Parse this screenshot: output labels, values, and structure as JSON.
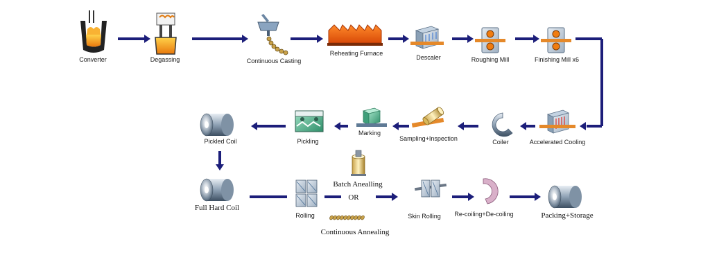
{
  "colors": {
    "arrow": "#1c1e7a",
    "furnace": "#e85a10",
    "metal": "#c9d2db",
    "steel_dark": "#5a7088",
    "molten": "#f39c12"
  },
  "steps": {
    "converter": {
      "label": "Converter",
      "icon": "converter-icon"
    },
    "degassing": {
      "label": "Degassing",
      "icon": "degassing-icon"
    },
    "continuous_casting": {
      "label": "Continuous Casting",
      "icon": "caster-icon"
    },
    "reheating_furnace": {
      "label": "Reheating Furnace",
      "icon": "furnace-icon"
    },
    "descaler": {
      "label": "Descaler",
      "icon": "descaler-icon"
    },
    "roughing_mill": {
      "label": "Roughing Mill",
      "icon": "roughing-mill-icon"
    },
    "finishing_mill": {
      "label": "Finishing Mill x6",
      "icon": "finishing-mill-icon"
    },
    "accelerated_cooling": {
      "label": "Accelerated Cooling",
      "icon": "cooling-icon"
    },
    "coiler": {
      "label": "Coiler",
      "icon": "coiler-icon"
    },
    "sampling": {
      "label": "Sampling+Inspection",
      "icon": "inspection-icon"
    },
    "marking": {
      "label": "Marking",
      "icon": "marking-icon"
    },
    "pickling": {
      "label": "Pickling",
      "icon": "pickling-icon"
    },
    "pickled_coil": {
      "label": "Pickled Coil",
      "icon": "coil-icon"
    },
    "full_hard_coil": {
      "label": "Full Hard Coil",
      "icon": "coil-icon"
    },
    "rolling": {
      "label": "Rolling",
      "icon": "rolling-mill-icon"
    },
    "batch_annealing": {
      "label": "Batch Anealling",
      "icon": "batch-annealing-icon"
    },
    "or": {
      "label": "OR"
    },
    "continuous_annealing": {
      "label": "Continuous Annealing",
      "icon": "continuous-annealing-icon"
    },
    "skin_rolling": {
      "label": "Skin Rolling",
      "icon": "skin-rolling-icon"
    },
    "recoiling": {
      "label": "Re-coiling+De-coiling",
      "icon": "recoiler-icon"
    },
    "packing": {
      "label": "Packing+Storage",
      "icon": "coil-icon"
    }
  }
}
